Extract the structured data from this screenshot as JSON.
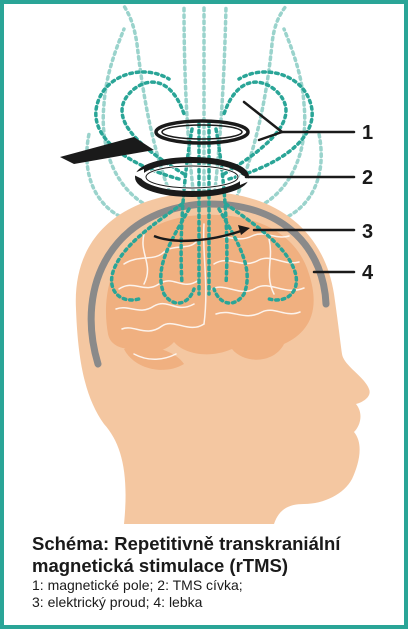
{
  "figure": {
    "labels": [
      "1",
      "2",
      "3",
      "4"
    ]
  },
  "caption": {
    "title": "Schéma: Repetitivně transkraniální magnetická stimulace (rTMS)",
    "legend_line1": "1: magnetické pole; 2: TMS cívka;",
    "legend_line2": "3: elektrický proud; 4: lebka"
  },
  "colors": {
    "frame": "#2aa597",
    "head": "#f4c7a1",
    "brain": "#f0b080",
    "brain_lines": "#ffffff",
    "skull": "#8a8a8a",
    "field_inner": "#2aa597",
    "field_outer": "#9ad3cc",
    "coil": "#1a1a1a"
  }
}
